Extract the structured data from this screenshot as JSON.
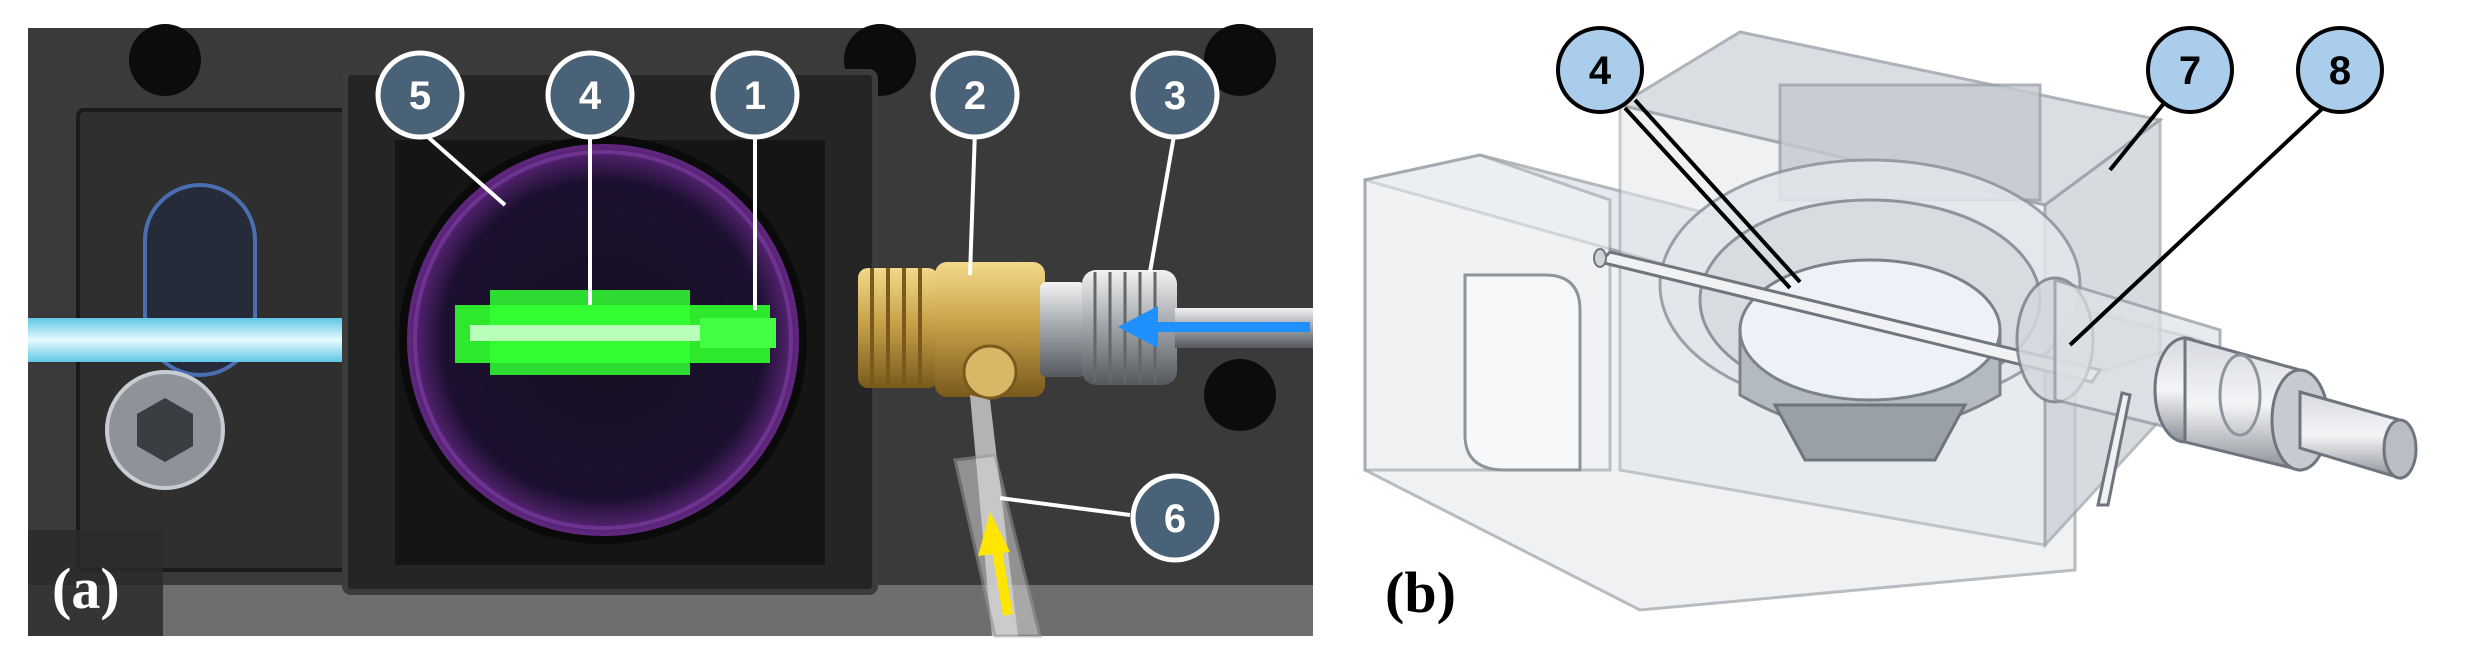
{
  "panels": {
    "a": {
      "label": "(a)",
      "callouts": [
        "5",
        "4",
        "1",
        "2",
        "3",
        "6"
      ],
      "colors": {
        "bubble_fill": "#4a6277",
        "bubble_text": "#ffffff",
        "fluid_green": "#33ff33",
        "light_beam": "#b8e9f5",
        "inlet_arrow": "#1e90ff",
        "outlet_arrow": "#ffe600"
      }
    },
    "b": {
      "label": "(b)",
      "callouts": [
        "4",
        "7",
        "8"
      ],
      "colors": {
        "bubble_fill": "#a9cdea",
        "bubble_text": "#000000"
      }
    }
  }
}
